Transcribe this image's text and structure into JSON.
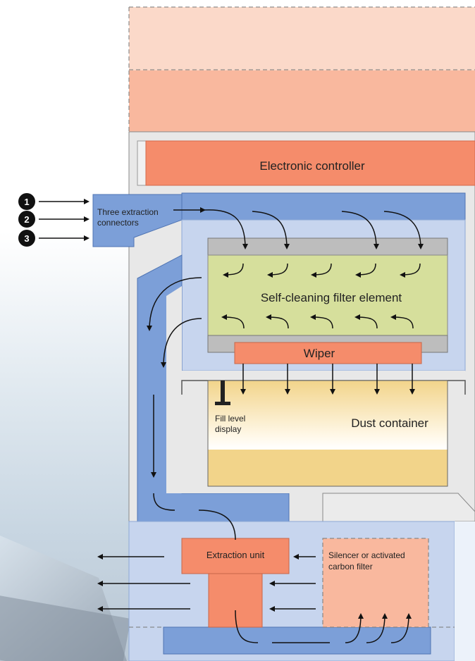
{
  "labels": {
    "controller": "Electronic controller",
    "connectors_line1": "Three extraction",
    "connectors_line2": "connectors",
    "filter": "Self-cleaning filter element",
    "wiper": "Wiper",
    "fill_line1": "Fill level",
    "fill_line2": "display",
    "dust": "Dust container",
    "extraction_unit": "Extraction unit",
    "silencer_line1": "Silencer or activated",
    "silencer_line2": "carbon filter"
  },
  "inlet_numbers": [
    "1",
    "2",
    "3"
  ],
  "colors": {
    "salmon": "#f58c6b",
    "salmon_light": "#f9b89e",
    "peach": "#fbd9c9",
    "blue": "#7c9fd8",
    "blue_light": "#c7d5ee",
    "green": "#d6df9c",
    "yellow": "#f2d48a",
    "grey": "#bdbdbd",
    "housing": "#e8e8e8"
  }
}
